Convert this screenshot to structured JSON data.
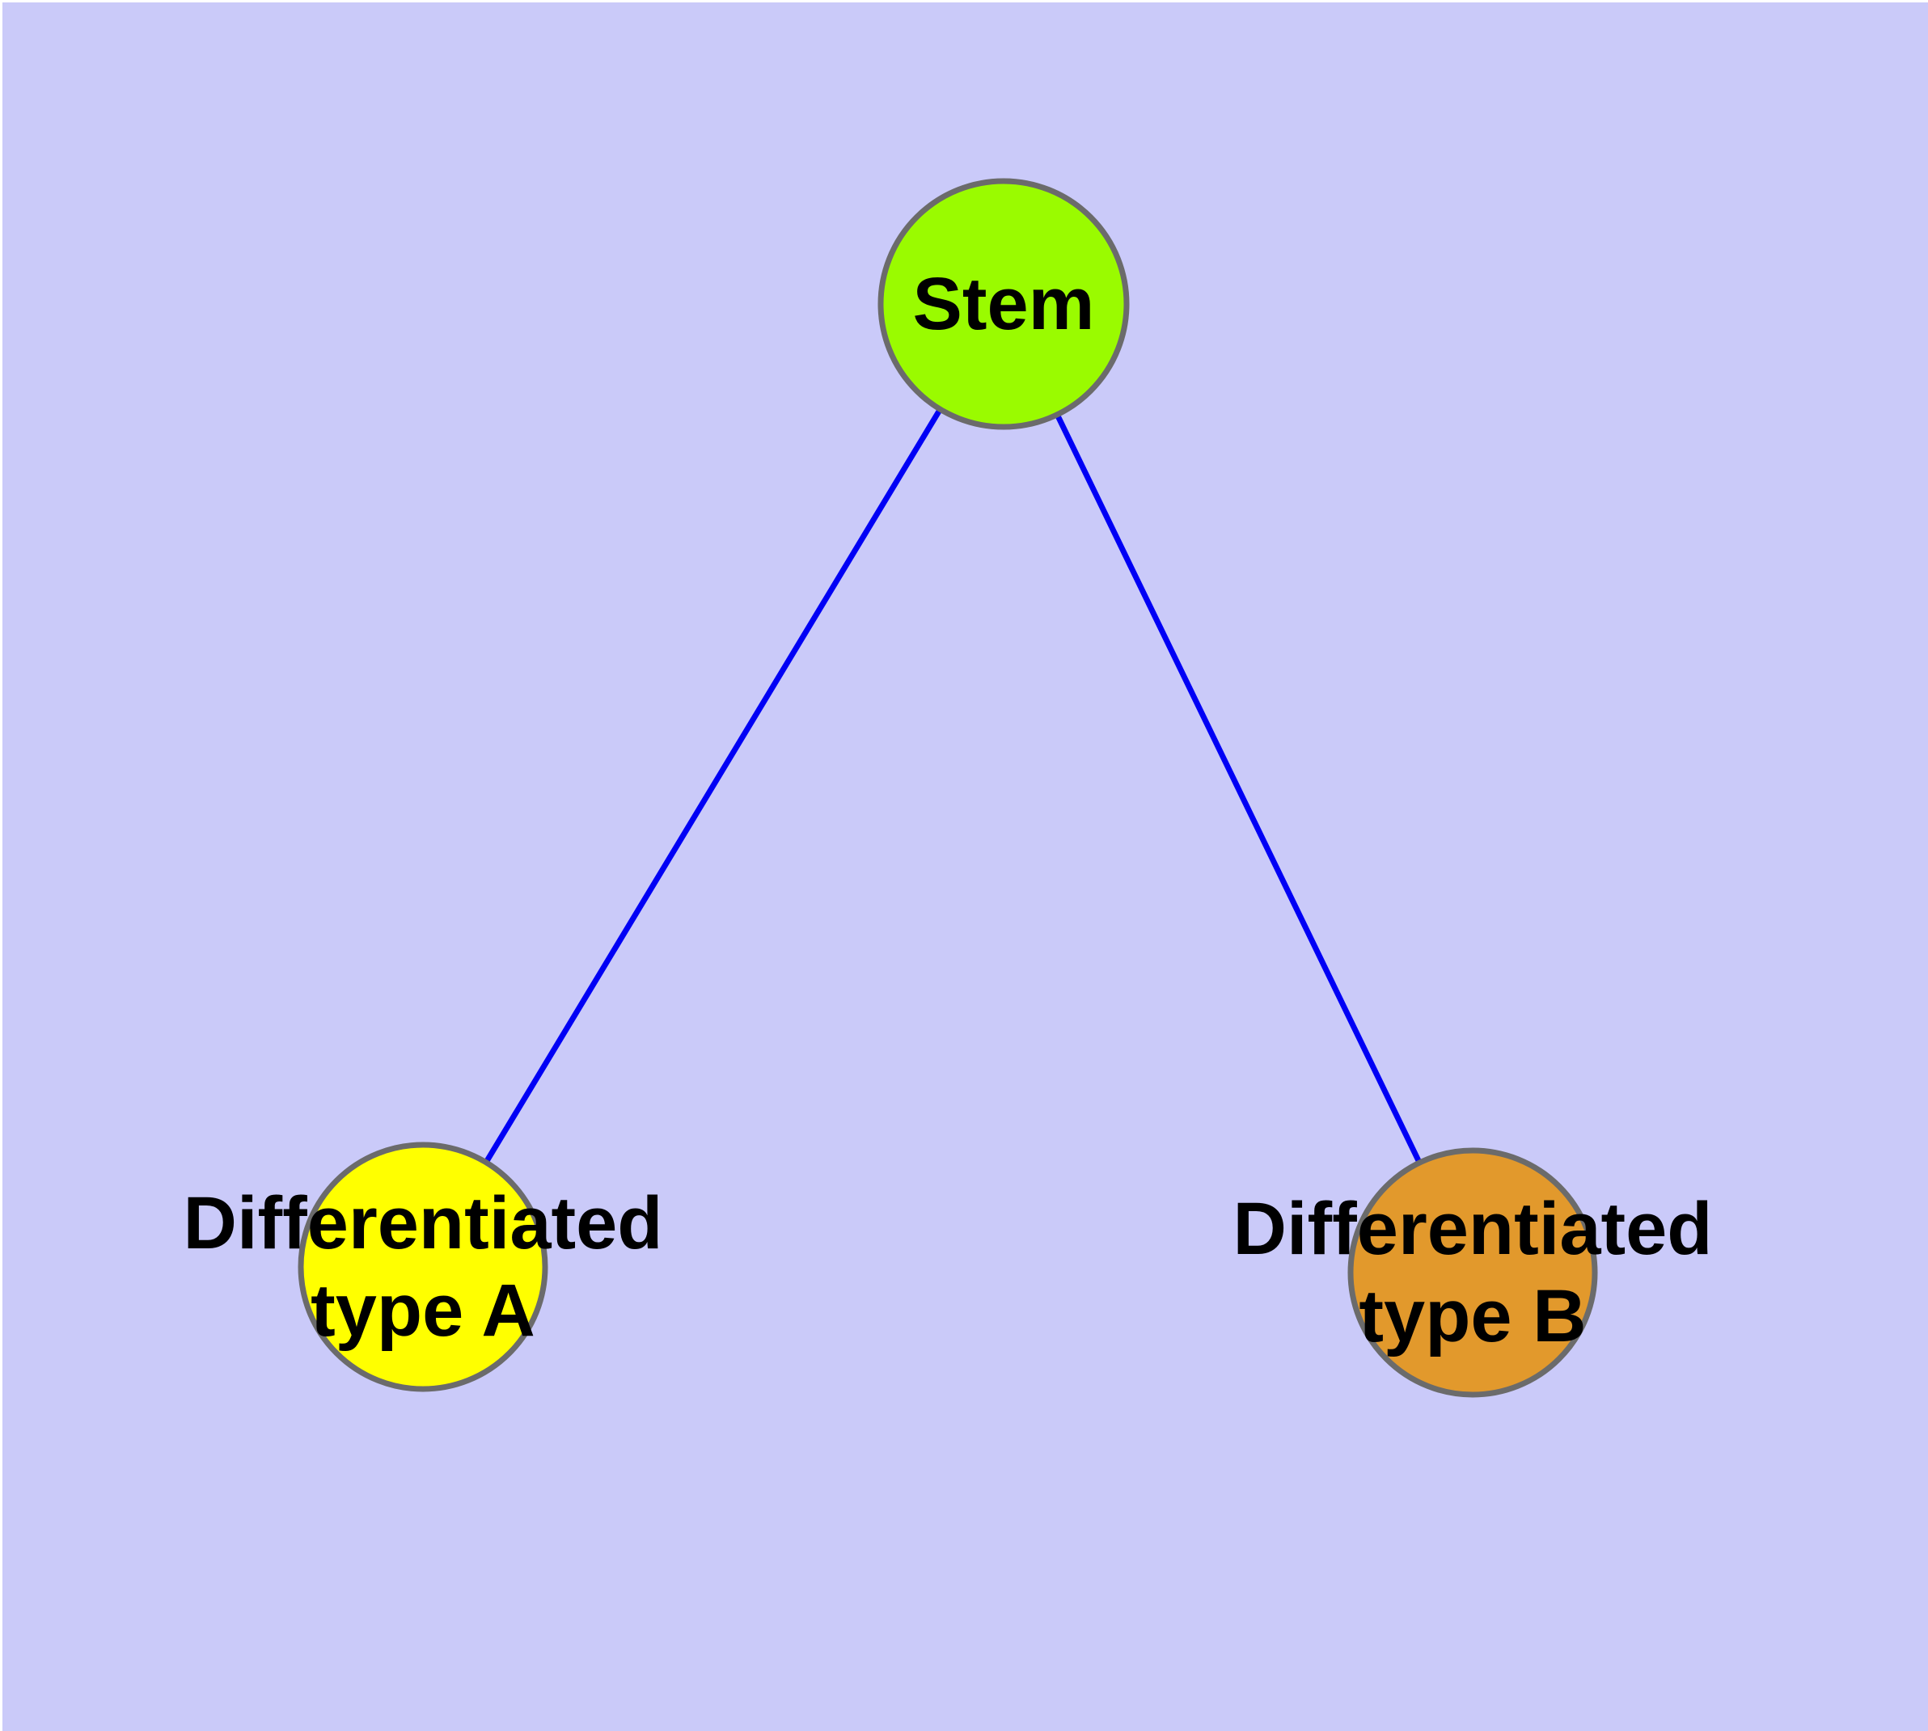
{
  "diagram": {
    "background_color": "#CACAF9",
    "edge_color": "#0000F5",
    "node_border_color": "#6B6B6B",
    "text_color": "#000000",
    "nodes": {
      "stem": {
        "label": "Stem",
        "fill": "#9AFB00"
      },
      "type_a": {
        "label_line1": "Differentiated",
        "label_line2": "type A",
        "fill": "#FFFF00"
      },
      "type_b": {
        "label_line1": "Differentiated",
        "label_line2": "type B",
        "fill": "#E2992C"
      }
    },
    "edges": [
      {
        "from": "Stem",
        "to": "Differentiated type A"
      },
      {
        "from": "Stem",
        "to": "Differentiated type B"
      }
    ]
  }
}
